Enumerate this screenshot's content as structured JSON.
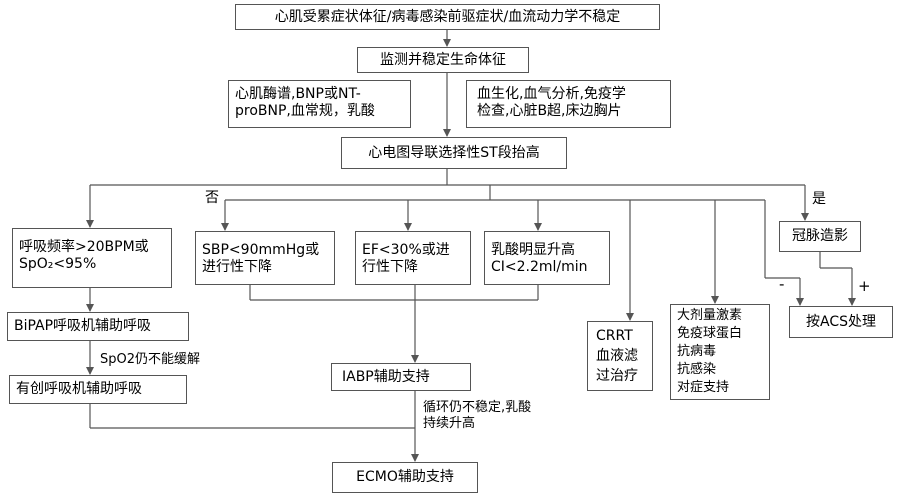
{
  "nodes": {
    "top": "心肌受累症状体征/病毒感染前驱症状/血流动力学不稳定",
    "monitor": "监测并稳定生命体征",
    "labs_left": [
      "心肌酶谱,BNP或NT-",
      "proBNP,血常规，乳酸"
    ],
    "labs_right": [
      "血生化,血气分析,免疫学",
      "检查,心脏B超,床边胸片"
    ],
    "ecg": "心电图导联选择性ST段抬高",
    "resp": [
      "呼吸频率>20BPM或",
      "SpO₂<95%"
    ],
    "sbp": [
      "SBP<90mmHg或",
      "进行性下降"
    ],
    "ef": [
      "EF<30%或进",
      "行性下降"
    ],
    "lactate": [
      "乳酸明显升高",
      "CI<2.2ml/min"
    ],
    "angio": "冠脉造影",
    "bipap": "BiPAP呼吸机辅助呼吸",
    "invasive": "有创呼吸机辅助呼吸",
    "iabp": "IABP辅助支持",
    "crrt": [
      "CRRT",
      "血液滤",
      "过治疗"
    ],
    "therapy": [
      "大剂量激素",
      "免疫球蛋白",
      "抗病毒",
      "抗感染",
      "对症支持"
    ],
    "acs": "按ACS处理",
    "ecmo": "ECMO辅助支持"
  },
  "labels": {
    "no": "否",
    "yes": "是",
    "minus": "-",
    "plus": "+",
    "spo2_fail": "SpO2仍不能缓解",
    "circ_fail": [
      "循环仍不稳定,乳酸",
      "持续升高"
    ]
  },
  "colors": {
    "line": "#555555",
    "box_border": "#555555",
    "text": "#000000"
  }
}
